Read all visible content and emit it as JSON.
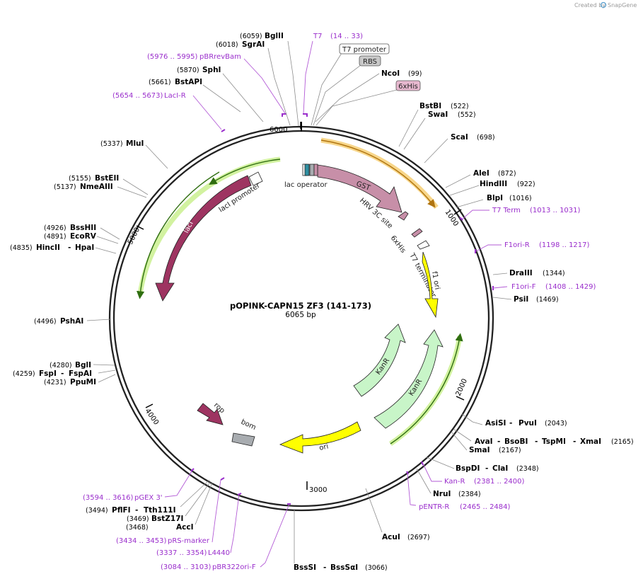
{
  "header": {
    "credit": "Created by",
    "brand": "SnapGene"
  },
  "map": {
    "name": "pOPINK-CAPN15 ZF3 (141-173)",
    "size_label": "6065 bp",
    "total_bp": 6065
  },
  "ticks": [
    "1000",
    "2000",
    "3000",
    "4000",
    "5000",
    "6000"
  ],
  "features": {
    "GST": "GST",
    "hrv": "HRV 3C site",
    "his": "6xHis",
    "t7term": "T7 terminator",
    "f1ori": "f1 ori",
    "kanr1": "KanR",
    "kanr2": "KanR",
    "ori": "ori",
    "bom": "bom",
    "rop": "rop",
    "laci": "lacI",
    "lacipro": "lacI promoter",
    "lacop": "lac operator"
  },
  "boxes": {
    "t7pro": "T7 promoter",
    "rbs": "RBS",
    "his": "6xHis"
  },
  "enzymes": {
    "bglII": "BglII",
    "bglII_pos": "(6059)",
    "sgrAI": "SgrAI",
    "sgrAI_pos": "(6018)",
    "sphI": "SphI",
    "sphI_pos": "(5870)",
    "bstAPI": "BstAPI",
    "bstAPI_pos": "(5661)",
    "ncoI": "NcoI",
    "ncoI_pos": "(99)",
    "bstBI": "BstBI",
    "bstBI_pos": "(522)",
    "swaI": "SwaI",
    "swaI_pos": "(552)",
    "scaI": "ScaI",
    "scaI_pos": "(698)",
    "aleI": "AleI",
    "aleI_pos": "(872)",
    "hindIII": "HindIII",
    "hindIII_pos": "(922)",
    "blpI": "BlpI",
    "blpI_pos": "(1016)",
    "draIII": "DraIII",
    "draIII_pos": "(1344)",
    "psiI": "PsiI",
    "psiI_pos": "(1469)",
    "asiSI": "AsiSI",
    "pvuI": "PvuI",
    "asiSI_pos": "(2043)",
    "avaI": "AvaI",
    "bsoBI": "BsoBI",
    "tspMI": "TspMI",
    "xmaI": "XmaI",
    "avaI_pos": "(2165)",
    "smaI": "SmaI",
    "smaI_pos": "(2167)",
    "bspDI": "BspDI",
    "claI": "ClaI",
    "bspDI_pos": "(2348)",
    "nruI": "NruI",
    "nruI_pos": "(2384)",
    "acuI": "AcuI",
    "acuI_pos": "(2697)",
    "bssSI": "BssSI",
    "bssSaI": "BssSαI",
    "bssSI_pos": "(3066)",
    "accI": "AccI",
    "accI_pos": "(3468)",
    "bstZ17I": "BstZ17I",
    "bstZ17I_pos": "(3469)",
    "pflFI": "PflFI",
    "tth111I": "Tth111I",
    "pflFI_pos": "(3494)",
    "ppuMI": "PpuMI",
    "ppuMI_pos": "(4231)",
    "fspI": "FspI",
    "fspAI": "FspAI",
    "fspI_pos": "(4259)",
    "bglI": "BglI",
    "bglI_pos": "(4280)",
    "pshAI": "PshAI",
    "pshAI_pos": "(4496)",
    "hincII": "HincII",
    "hpaI": "HpaI",
    "hincII_pos": "(4835)",
    "ecoRV": "EcoRV",
    "ecoRV_pos": "(4891)",
    "bssHII": "BssHII",
    "bssHII_pos": "(4926)",
    "nmeAIII": "NmeAIII",
    "nmeAIII_pos": "(5137)",
    "bstEII": "BstEII",
    "bstEII_pos": "(5155)",
    "mluI": "MluI",
    "mluI_pos": "(5337)"
  },
  "primers": {
    "t7": "T7",
    "t7_pos": "(14 .. 33)",
    "pbr": "pBRrevBam",
    "pbr_pos": "(5976 .. 5995)",
    "laciR": "LacI-R",
    "laciR_pos": "(5654 .. 5673)",
    "t7term": "T7 Term",
    "t7term_pos": "(1013 .. 1031)",
    "f1oriR": "F1ori-R",
    "f1oriR_pos": "(1198 .. 1217)",
    "f1oriF": "F1ori-F",
    "f1oriF_pos": "(1408 .. 1429)",
    "kanR": "Kan-R",
    "kanR_pos": "(2381 .. 2400)",
    "pentrR": "pENTR-R",
    "pentrR_pos": "(2465 .. 2484)",
    "pgex": "pGEX 3'",
    "pgex_pos": "(3594 .. 3616)",
    "prs": "pRS-marker",
    "prs_pos": "(3434 .. 3453)",
    "l4440": "L4440",
    "l4440_pos": "(3337 .. 3354)",
    "pbr322": "pBR322ori-F",
    "pbr322_pos": "(3084 .. 3103)"
  },
  "colors": {
    "gst": "#c78fa8",
    "laci": "#9e3461",
    "yellow": "#ffff00",
    "kanr": "#c8f5c8",
    "green_halo": "#d2f2a0",
    "orange_halo": "#f7d68a",
    "primer": "#9a2ecc",
    "bom": "#a8acb0"
  }
}
